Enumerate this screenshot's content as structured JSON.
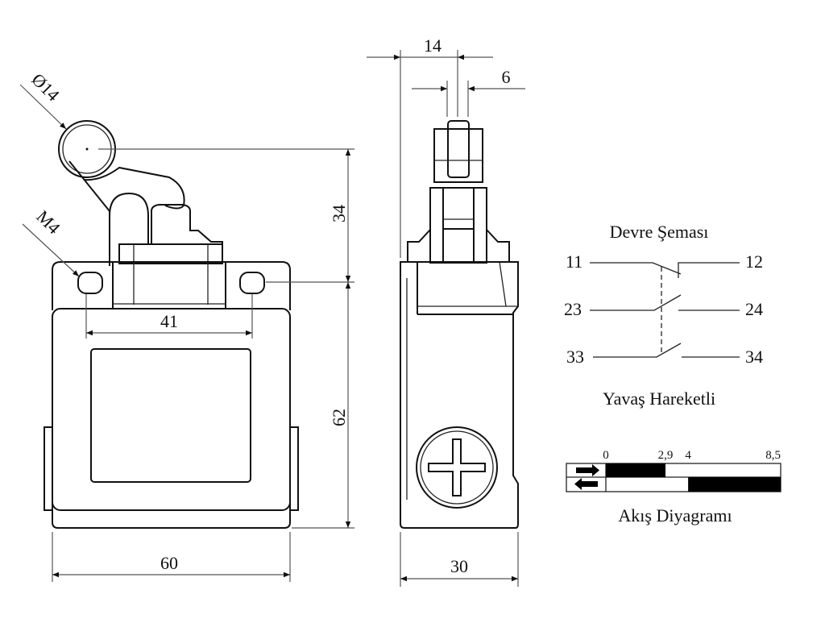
{
  "front_view": {
    "dim_roller_diameter": "Ø14",
    "dim_thread": "M4",
    "dim_hole_spacing": "41",
    "dim_width": "60",
    "dim_lever_height": "34",
    "dim_body_height": "62"
  },
  "side_view": {
    "dim_roller_offset": "14",
    "dim_roller_width": "6",
    "dim_depth": "30"
  },
  "circuit": {
    "title": "Devre Şeması",
    "terminals": [
      "11",
      "12",
      "23",
      "24",
      "33",
      "34"
    ],
    "subtitle": "Yavaş Hareketli"
  },
  "flow_diagram": {
    "title": "Akış Diyagramı",
    "ticks": [
      "0",
      "2,9",
      "4",
      "8,5"
    ],
    "tick_values": [
      0,
      2.9,
      4,
      8.5
    ],
    "forward_on": [
      0,
      2.9
    ],
    "return_on": [
      4,
      8.5
    ]
  }
}
